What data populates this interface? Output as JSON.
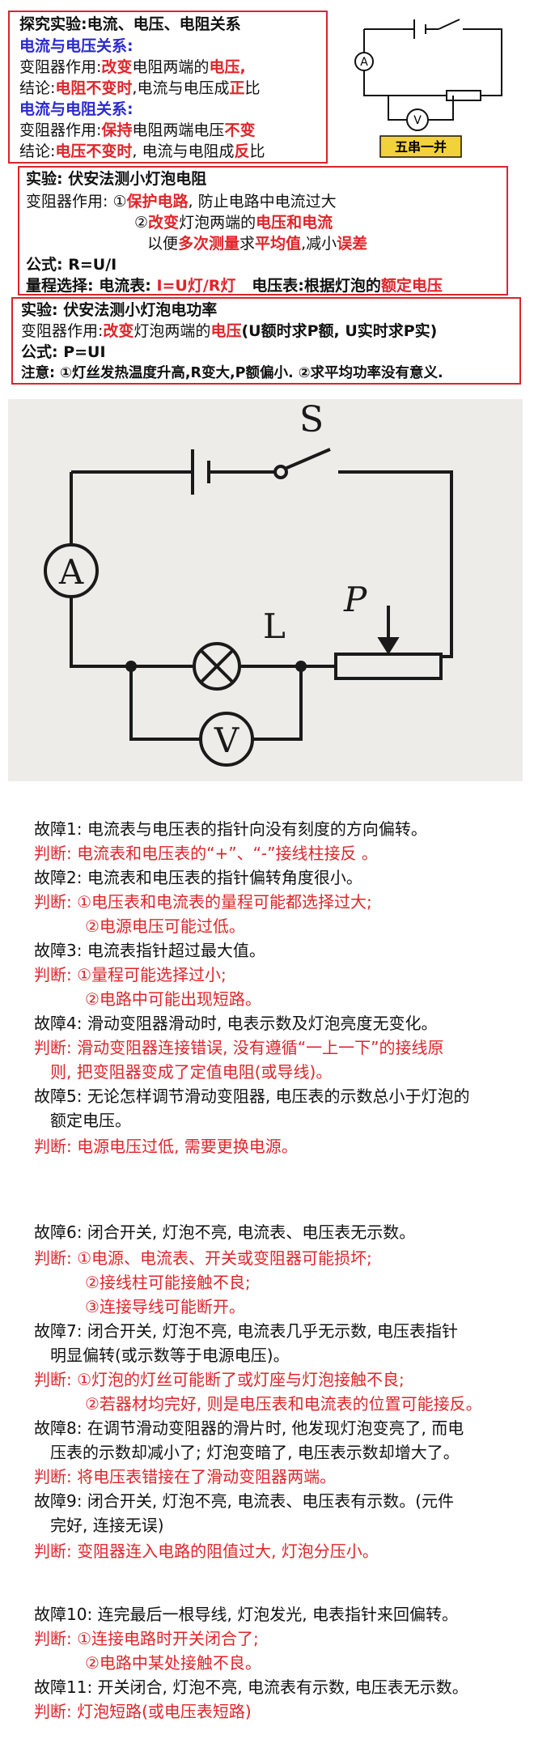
{
  "box1": {
    "title": "探究实验:电流、电压、电阻关系",
    "h1": "电流与电压关系:",
    "r2_pre": "变阻器作用:",
    "r2_red": "改变",
    "r2_mid": "电阻两端的",
    "r2_red2": "电压,",
    "r3_pre": "结论:",
    "r3_red": "电阻不变时",
    "r3_mid": ",电流与电压成",
    "r3_red2": "正",
    "r3_end": "比",
    "h2": "电流与电阻关系:",
    "r5_pre": "变阻器作用:",
    "r5_red": "保持",
    "r5_mid": "电阻两端电压",
    "r5_red2": "不变",
    "r6_pre": "结论:",
    "r6_red": "电压不变时",
    "r6_mid": ", 电流与电阻成",
    "r6_red2": "反",
    "r6_end": "比"
  },
  "mini_circuit": {
    "label": "五串一并",
    "ammeter": "A",
    "voltmeter": "V"
  },
  "box2": {
    "title": "实验: 伏安法测小灯泡电阻",
    "r1_pre": "变阻器作用: ①",
    "r1_red": "保护电路",
    "r1_end": ", 防止电路中电流过大",
    "r2_pre": "②",
    "r2_red": "改变",
    "r2_mid": "灯泡两端的",
    "r2_red2": "电压和电流",
    "r3_pre": "以便",
    "r3_red": "多次测量",
    "r3_mid": "求",
    "r3_red2": "平均值",
    "r3_mid2": ",减小",
    "r3_red3": "误差",
    "r4": "公式: R=U/I",
    "r5_pre": "量程选择: 电流表:",
    "r5_red": "I=U灯/R灯",
    "r5_mid": "电压表:根据灯泡的",
    "r5_red2": "额定电压"
  },
  "box3": {
    "title": "实验: 伏安法测小灯泡电功率",
    "r1_pre": "变阻器作用:",
    "r1_red": "改变",
    "r1_mid": "灯泡两端的",
    "r1_red2": "电压",
    "r1_end": "(U额时求P额, U实时求P实)",
    "r2": "公式: P=UI",
    "r3": "注意: ①灯丝发热温度升高,R变大,P额偏小. ②求平均功率没有意义."
  },
  "big_circuit": {
    "switch": "S",
    "ammeter": "A",
    "lamp": "L",
    "rheostat": "P",
    "voltmeter": "V"
  },
  "faults": [
    {
      "id": "f1a",
      "text": "故障1: 电流表与电压表的指针向没有刻度的方向偏转。",
      "red": false
    },
    {
      "id": "f1b",
      "text": "判断: 电流表和电压表的“+”、“-”接线柱接反 。",
      "red": true
    },
    {
      "id": "f2a",
      "text": "故障2: 电流表和电压表的指针偏转角度很小。",
      "red": false
    },
    {
      "id": "f2b",
      "text": "判断: ①电压表和电流表的量程可能都选择过大;",
      "red": true
    },
    {
      "id": "f2c",
      "text": "②电源电压可能过低。",
      "red": true
    },
    {
      "id": "f3a",
      "text": "故障3: 电流表指针超过最大值。",
      "red": false
    },
    {
      "id": "f3b",
      "text": "判断: ①量程可能选择过小;",
      "red": true
    },
    {
      "id": "f3c",
      "text": "②电路中可能出现短路。",
      "red": true
    },
    {
      "id": "f4a",
      "text": "故障4: 滑动变阻器滑动时, 电表示数及灯泡亮度无变化。",
      "red": false
    },
    {
      "id": "f4b",
      "text": "判断: 滑动变阻器连接错误, 没有遵循“一上一下”的接线原",
      "red": true
    },
    {
      "id": "f4c",
      "text": "则, 把变阻器变成了定值电阻(或导线)。",
      "red": true
    },
    {
      "id": "f5a",
      "text": "故障5: 无论怎样调节滑动变阻器, 电压表的示数总小于灯泡的",
      "red": false
    },
    {
      "id": "f5b",
      "text": "额定电压。",
      "red": false
    },
    {
      "id": "f5c",
      "text": "判断: 电源电压过低, 需要更换电源。",
      "red": true
    },
    {
      "id": "f6a",
      "text": "故障6: 闭合开关, 灯泡不亮, 电流表、电压表无示数。",
      "red": false
    },
    {
      "id": "f6b",
      "text": "判断: ①电源、电流表、开关或变阻器可能损坏;",
      "red": true
    },
    {
      "id": "f6c",
      "text": "②接线柱可能接触不良;",
      "red": true
    },
    {
      "id": "f6d",
      "text": "③连接导线可能断开。",
      "red": true
    },
    {
      "id": "f7a",
      "text": "故障7: 闭合开关, 灯泡不亮, 电流表几乎无示数, 电压表指针",
      "red": false
    },
    {
      "id": "f7b",
      "text": "明显偏转(或示数等于电源电压)。",
      "red": false
    },
    {
      "id": "f7c",
      "text": "判断: ①灯泡的灯丝可能断了或灯座与灯泡接触不良;",
      "red": true
    },
    {
      "id": "f7d",
      "text": "②若器材均完好, 则是电压表和电流表的位置可能接反。",
      "red": true
    },
    {
      "id": "f8a",
      "text": "故障8: 在调节滑动变阻器的滑片时, 他发现灯泡变亮了, 而电",
      "red": false
    },
    {
      "id": "f8b",
      "text": "压表的示数却减小了; 灯泡变暗了, 电压表示数却增大了。",
      "red": false
    },
    {
      "id": "f8c",
      "text": "判断: 将电压表错接在了滑动变阻器两端。",
      "red": true
    },
    {
      "id": "f9a",
      "text": "故障9: 闭合开关, 灯泡不亮, 电流表、电压表有示数。(元件",
      "red": false
    },
    {
      "id": "f9b",
      "text": "完好, 连接无误)",
      "red": false
    },
    {
      "id": "f9c",
      "text": "判断: 变阻器连入电路的阻值过大, 灯泡分压小。",
      "red": true
    },
    {
      "id": "f10a",
      "text": "故障10: 连完最后一根导线, 灯泡发光, 电表指针来回偏转。",
      "red": false
    },
    {
      "id": "f10b",
      "text": "判断: ①连接电路时开关闭合了;",
      "red": true
    },
    {
      "id": "f10c",
      "text": "②电路中某处接触不良。",
      "red": true
    },
    {
      "id": "f11a",
      "text": "故障11: 开关闭合, 灯泡不亮, 电流表有示数, 电压表无示数。",
      "red": false
    },
    {
      "id": "f11b",
      "text": "判断: 灯泡短路(或电压表短路)",
      "red": true
    }
  ]
}
